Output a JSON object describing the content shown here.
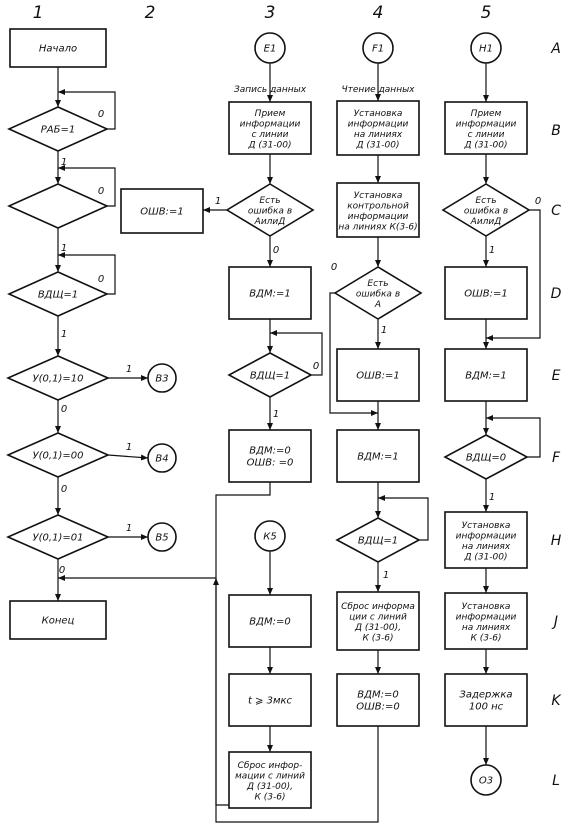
{
  "columns": [
    "1",
    "2",
    "3",
    "4",
    "5"
  ],
  "rows": [
    "A",
    "B",
    "C",
    "D",
    "E",
    "F",
    "H",
    "J",
    "K",
    "L"
  ],
  "section_labels": {
    "write": "Запись данных",
    "read": "Чтение данных"
  },
  "nodes": [
    {
      "id": "start",
      "shape": "rect",
      "lines": [
        "Начало"
      ]
    },
    {
      "id": "rab",
      "shape": "diamond",
      "lines": [
        "РАБ=1"
      ]
    },
    {
      "id": "empty",
      "shape": "diamond",
      "lines": []
    },
    {
      "id": "vdsh1",
      "shape": "diamond",
      "lines": [
        "ВДЩ=1"
      ]
    },
    {
      "id": "y10",
      "shape": "diamond",
      "lines": [
        "У(0,1)=10"
      ]
    },
    {
      "id": "y00",
      "shape": "diamond",
      "lines": [
        "У(0,1)=00"
      ]
    },
    {
      "id": "y01",
      "shape": "diamond",
      "lines": [
        "У(0,1)=01"
      ]
    },
    {
      "id": "end",
      "shape": "rect",
      "lines": [
        "Конец"
      ]
    },
    {
      "id": "b3",
      "shape": "circle",
      "lines": [
        "В3"
      ]
    },
    {
      "id": "b4",
      "shape": "circle",
      "lines": [
        "В4"
      ]
    },
    {
      "id": "b5",
      "shape": "circle",
      "lines": [
        "В5"
      ]
    },
    {
      "id": "oshv_c2",
      "shape": "rect",
      "lines": [
        "ОШВ:=1"
      ]
    },
    {
      "id": "e1",
      "shape": "circle",
      "lines": [
        "Е1"
      ]
    },
    {
      "id": "c3_recv",
      "shape": "rect",
      "lines": [
        "Прием",
        "информации",
        "с линии",
        "Д (31-00)"
      ]
    },
    {
      "id": "c3_err",
      "shape": "diamond",
      "lines": [
        "Есть",
        "ошибка в",
        "АилиД"
      ]
    },
    {
      "id": "c3_vdm1",
      "shape": "rect",
      "lines": [
        "ВДМ:=1"
      ]
    },
    {
      "id": "c3_vdsh",
      "shape": "diamond",
      "lines": [
        "ВДЩ=1"
      ]
    },
    {
      "id": "c3_vdm0",
      "shape": "rect",
      "lines": [
        "ВДМ:=0",
        "ОШВ: =0"
      ]
    },
    {
      "id": "k5",
      "shape": "circle",
      "lines": [
        "К5"
      ]
    },
    {
      "id": "c3_vdm0b",
      "shape": "rect",
      "lines": [
        "ВДМ:=0"
      ]
    },
    {
      "id": "c3_t",
      "shape": "rect",
      "lines": [
        "t ⩾ 3мкс"
      ]
    },
    {
      "id": "c3_reset",
      "shape": "rect",
      "lines": [
        "Сброс инфор-",
        "мации с линий",
        "Д (31-00),",
        "К (3-6)"
      ]
    },
    {
      "id": "f1",
      "shape": "circle",
      "lines": [
        "F1"
      ]
    },
    {
      "id": "c4_set",
      "shape": "rect",
      "lines": [
        "Установка",
        "информации",
        "на линиях",
        "Д (31-00)"
      ]
    },
    {
      "id": "c4_ctrl",
      "shape": "rect",
      "lines": [
        "Установка",
        "контрольной",
        "информации",
        "на линиях К(3-6)"
      ]
    },
    {
      "id": "c4_err",
      "shape": "diamond",
      "lines": [
        "Есть",
        "ошибка в",
        "А"
      ]
    },
    {
      "id": "c4_oshv",
      "shape": "rect",
      "lines": [
        "ОШВ:=1"
      ]
    },
    {
      "id": "c4_vdm1",
      "shape": "rect",
      "lines": [
        "ВДМ:=1"
      ]
    },
    {
      "id": "c4_vdsh",
      "shape": "diamond",
      "lines": [
        "ВДЩ=1"
      ]
    },
    {
      "id": "c4_reset",
      "shape": "rect",
      "lines": [
        "Сброс информа",
        "ции с линий",
        "Д (31-00),",
        "К (3-6)"
      ]
    },
    {
      "id": "c4_vdm0",
      "shape": "rect",
      "lines": [
        "ВДМ:=0",
        "ОШВ:=0"
      ]
    },
    {
      "id": "h1",
      "shape": "circle",
      "lines": [
        "Н1"
      ]
    },
    {
      "id": "c5_recv",
      "shape": "rect",
      "lines": [
        "Прием",
        "информации",
        "с линии",
        "Д (31-00)"
      ]
    },
    {
      "id": "c5_err",
      "shape": "diamond",
      "lines": [
        "Есть",
        "ошибка в",
        "АилиД"
      ]
    },
    {
      "id": "c5_oshv",
      "shape": "rect",
      "lines": [
        "ОШВ:=1"
      ]
    },
    {
      "id": "c5_vdm1",
      "shape": "rect",
      "lines": [
        "ВДМ:=1"
      ]
    },
    {
      "id": "c5_vdsh",
      "shape": "diamond",
      "lines": [
        "ВДЩ=0"
      ]
    },
    {
      "id": "c5_set",
      "shape": "rect",
      "lines": [
        "Установка",
        "информации",
        "на линиях",
        "Д (31-00)"
      ]
    },
    {
      "id": "c5_setk",
      "shape": "rect",
      "lines": [
        "Установка",
        "информации",
        "на линиях",
        "К (3-6)"
      ]
    },
    {
      "id": "c5_delay",
      "shape": "rect",
      "lines": [
        "Задержка",
        "100 нс"
      ]
    },
    {
      "id": "o3",
      "shape": "circle",
      "lines": [
        "О3"
      ]
    }
  ],
  "edge_labels": [
    {
      "id": "rab_no",
      "text": "0"
    },
    {
      "id": "rab_yes",
      "text": "1"
    },
    {
      "id": "empty_no",
      "text": "0"
    },
    {
      "id": "empty_yes",
      "text": "1"
    },
    {
      "id": "vdsh1_no",
      "text": "0"
    },
    {
      "id": "vdsh1_yes",
      "text": "1"
    },
    {
      "id": "y10_yes",
      "text": "1"
    },
    {
      "id": "y10_no",
      "text": "0"
    },
    {
      "id": "y00_yes",
      "text": "1"
    },
    {
      "id": "y00_no",
      "text": "0"
    },
    {
      "id": "y01_yes",
      "text": "1"
    },
    {
      "id": "y01_no",
      "text": "0"
    },
    {
      "id": "c3_err_yes",
      "text": "1"
    },
    {
      "id": "c3_err_no",
      "text": "0"
    },
    {
      "id": "c3_vdsh_no",
      "text": "0"
    },
    {
      "id": "c3_vdsh_yes",
      "text": "1"
    },
    {
      "id": "c4_err_no",
      "text": "0"
    },
    {
      "id": "c4_err_yes",
      "text": "1"
    },
    {
      "id": "c4_vdsh_yes",
      "text": "1"
    },
    {
      "id": "c5_err_no",
      "text": "0"
    },
    {
      "id": "c5_err_yes",
      "text": "1"
    },
    {
      "id": "c5_vdsh_yes",
      "text": "1"
    }
  ]
}
